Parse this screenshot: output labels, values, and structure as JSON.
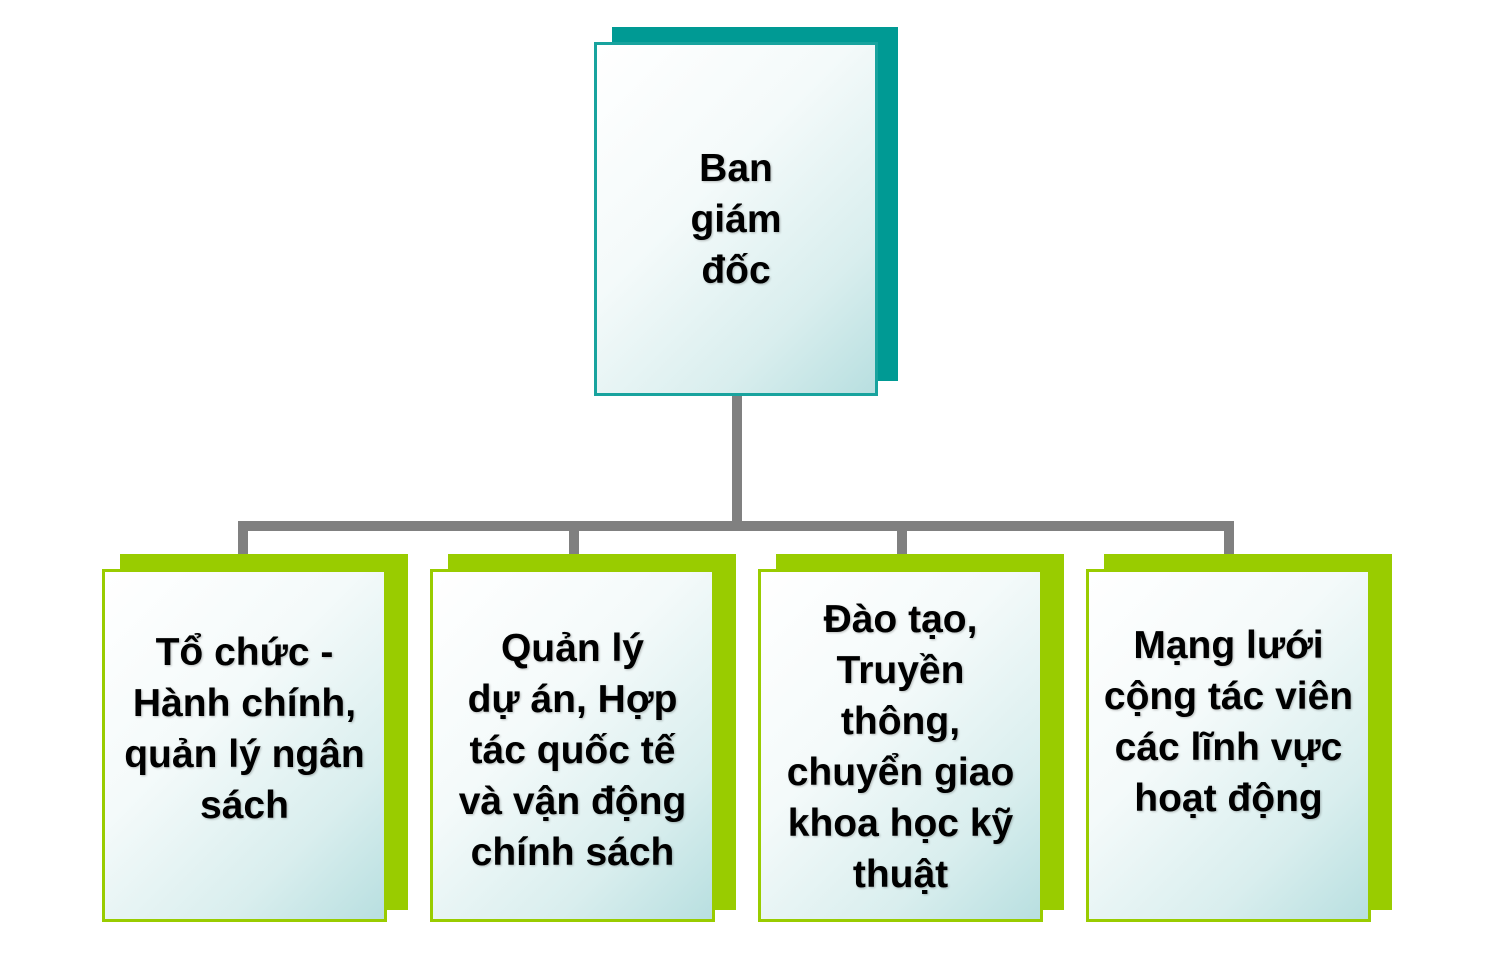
{
  "org_chart": {
    "root": {
      "label": "Ban\ngiám\nđốc"
    },
    "children": [
      {
        "label": "Tổ chức -\nHành chính,\nquản lý ngân\nsách"
      },
      {
        "label": "Quản lý\ndự án, Hợp\ntác quốc tế\nvà vận động\nchính sách"
      },
      {
        "label": "Đào tạo,\nTruyền\nthông,\nchuyển giao\nkhoa học kỹ\nthuật"
      },
      {
        "label": "Mạng lưới\ncộng tác viên\ncác lĩnh vực\nhoạt động"
      }
    ]
  },
  "colors": {
    "root_border": "#18a39e",
    "root_shadow": "#009a94",
    "child_border": "#99cc00",
    "child_shadow": "#99cc00",
    "connector": "#808080"
  }
}
